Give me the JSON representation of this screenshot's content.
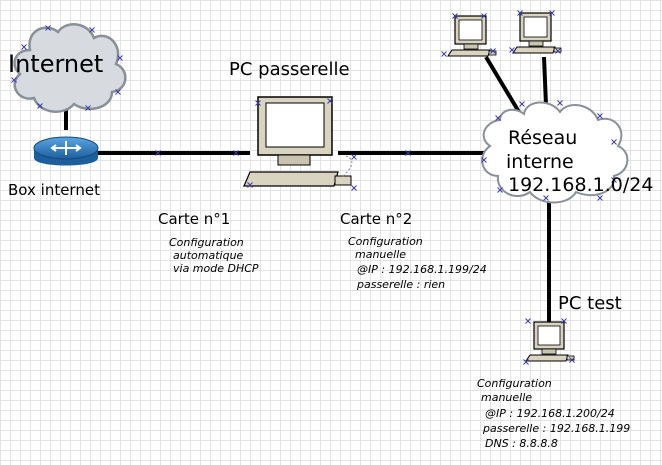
{
  "internet": {
    "label": "Internet"
  },
  "box": {
    "label": "Box internet"
  },
  "gateway_pc": {
    "label": "PC passerelle"
  },
  "card1": {
    "label": "Carte n°1",
    "config": [
      "Configuration",
      "automatique",
      "via mode DHCP"
    ]
  },
  "card2": {
    "label": "Carte n°2",
    "config": [
      "Configuration",
      "manuelle",
      "@IP : 192.168.1.199/24",
      "passerelle : rien"
    ]
  },
  "lan": {
    "lines": [
      "Réseau",
      "interne",
      "192.168.1.0/24"
    ]
  },
  "test_pc": {
    "label": "PC test",
    "config": [
      "Configuration",
      "manuelle",
      "@IP : 192.168.1.200/24",
      "passerelle : 192.168.1.199",
      "DNS : 8.8.8.8"
    ]
  },
  "colors": {
    "cloud_fill": "#d7dbe0",
    "cloud_stroke": "#8a9098",
    "router_fill": "#2a7cc2",
    "monitor_fill": "#d8d4c0",
    "link": "#000000",
    "anchor": "#3a3aa8"
  },
  "icons": [
    "cloud-icon",
    "router-icon",
    "computer-icon"
  ]
}
